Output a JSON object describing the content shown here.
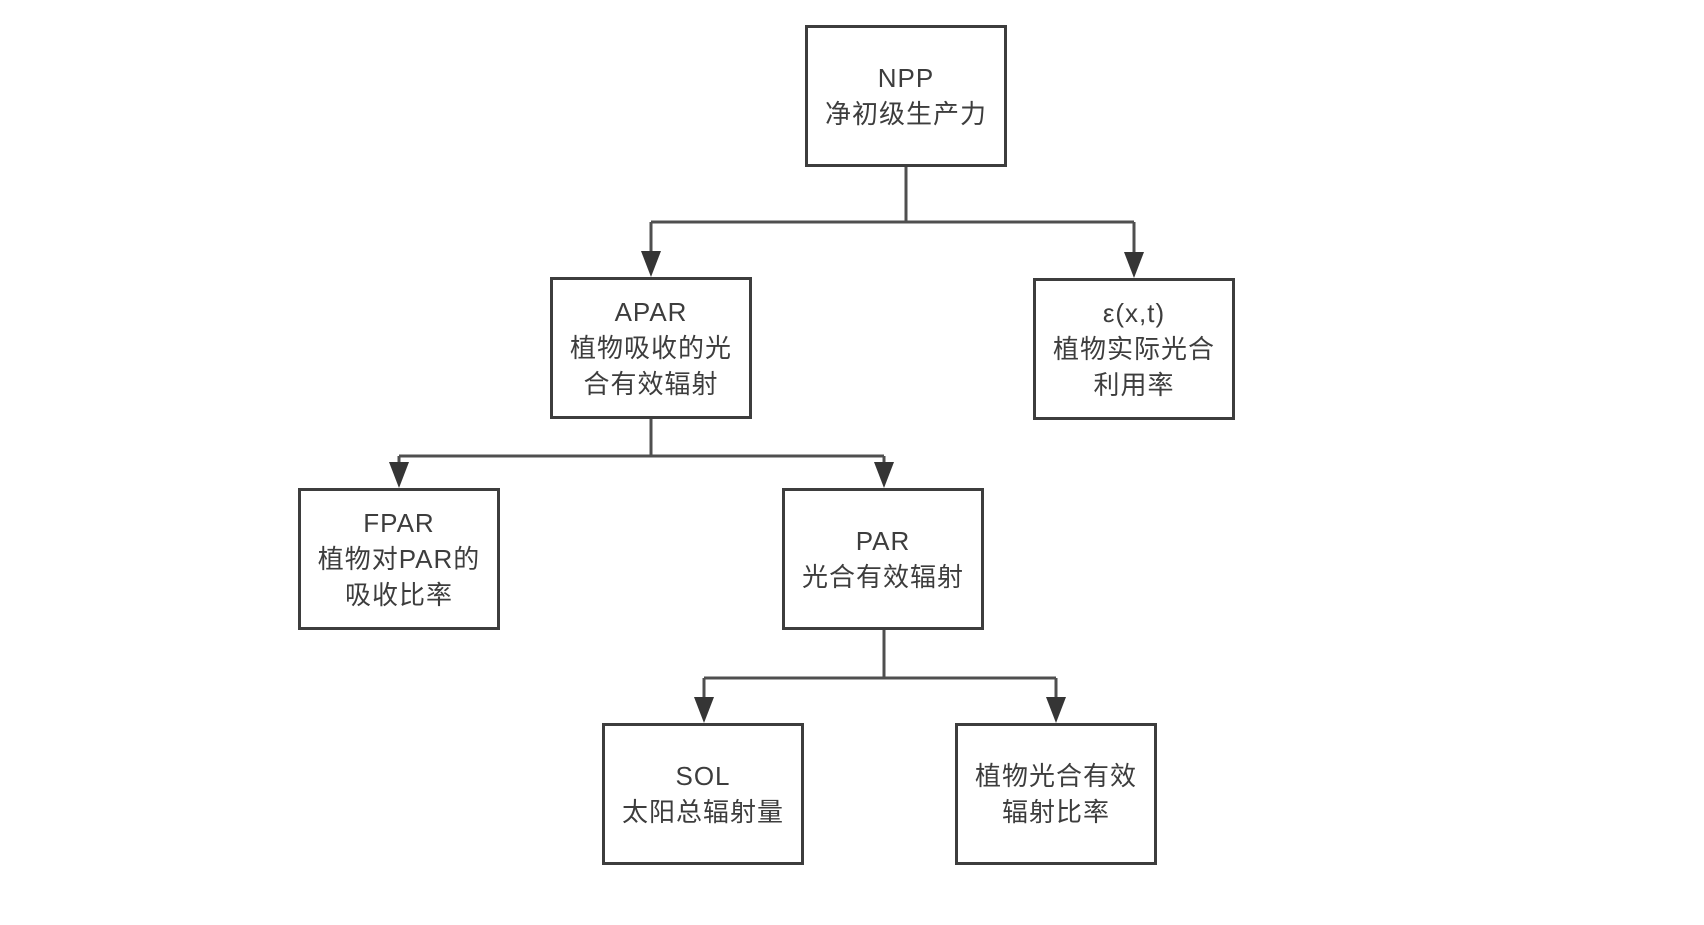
{
  "diagram": {
    "type": "flowchart-tree",
    "background": "#ffffff",
    "colors": {
      "box_border": "#3d3d3d",
      "text": "#3d3d3d",
      "connector": "#4f4f4f",
      "arrowhead": "#353535"
    },
    "nodes": {
      "npp": {
        "id": "NPP",
        "lines": [
          "NPP",
          "净初级生产力"
        ]
      },
      "apar": {
        "id": "APAR",
        "lines": [
          "APAR",
          "植物吸收的光",
          "合有效辐射"
        ]
      },
      "epsilon": {
        "id": "ε(x,t)",
        "lines": [
          "ε(x,t)",
          "植物实际光合",
          "利用率"
        ]
      },
      "fpar": {
        "id": "FPAR",
        "lines": [
          "FPAR",
          "植物对PAR的",
          "吸收比率"
        ]
      },
      "par": {
        "id": "PAR",
        "lines": [
          "PAR",
          "光合有效辐射"
        ]
      },
      "sol": {
        "id": "SOL",
        "lines": [
          "SOL",
          "太阳总辐射量"
        ]
      },
      "ratio": {
        "id": "",
        "lines": [
          "植物光合有效",
          "辐射比率"
        ]
      }
    },
    "edges": [
      {
        "from": "npp",
        "to": "apar"
      },
      {
        "from": "npp",
        "to": "epsilon"
      },
      {
        "from": "apar",
        "to": "fpar"
      },
      {
        "from": "apar",
        "to": "par"
      },
      {
        "from": "par",
        "to": "sol"
      },
      {
        "from": "par",
        "to": "ratio"
      }
    ]
  }
}
